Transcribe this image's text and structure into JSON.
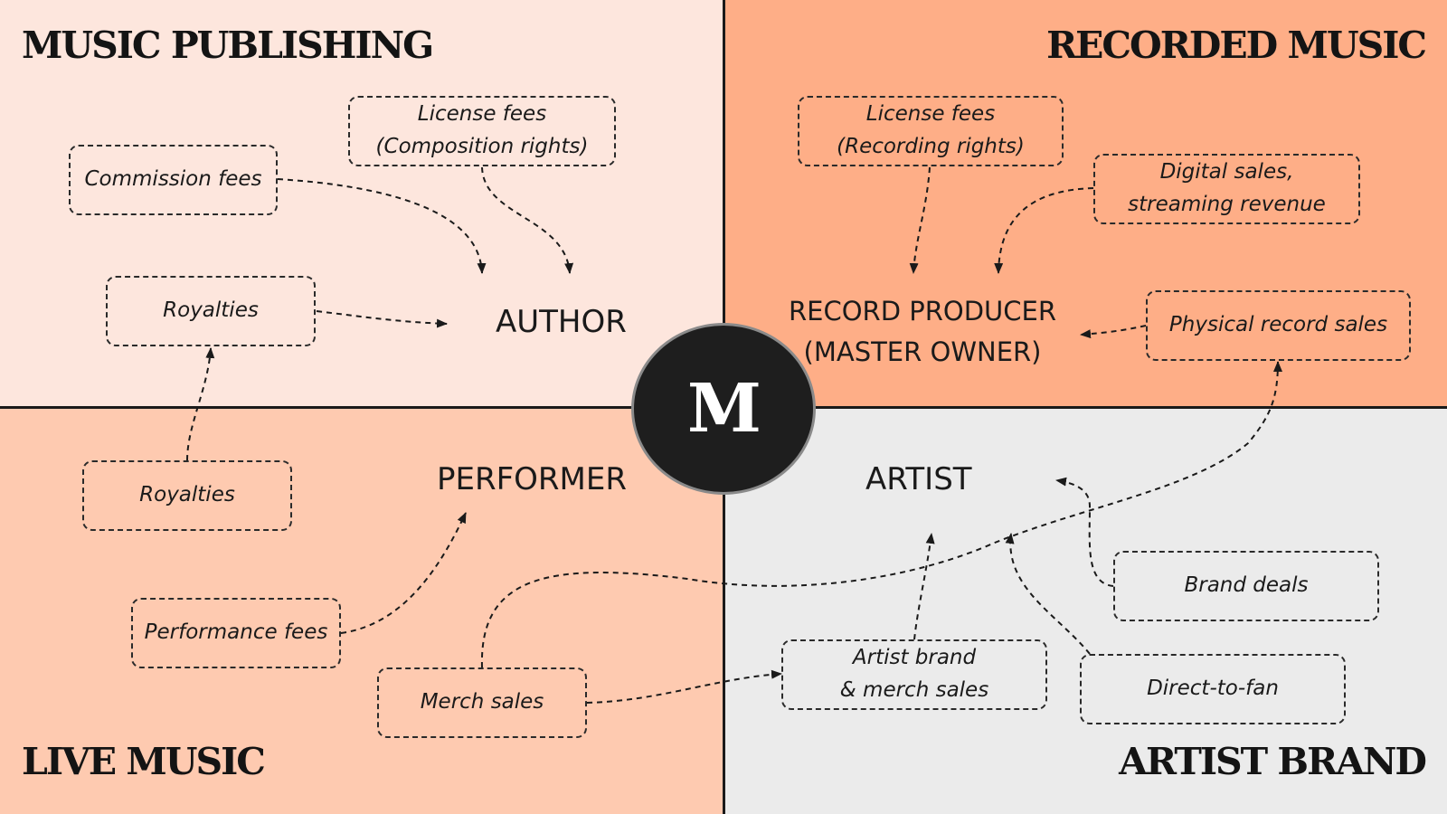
{
  "colors": {
    "music_publishing_bg": "#fde6dd",
    "recorded_music_bg": "#feae87",
    "live_music_bg": "#fecab0",
    "artist_brand_bg": "#ebebeb",
    "logo_bg": "#1e1e1e"
  },
  "sections": {
    "music_publishing": "MUSIC PUBLISHING",
    "recorded_music": "RECORDED MUSIC",
    "live_music": "LIVE MUSIC",
    "artist_brand": "ARTIST BRAND"
  },
  "roles": {
    "author": "AUTHOR",
    "record_producer": "RECORD PRODUCER\n(MASTER OWNER)",
    "performer": "PERFORMER",
    "artist": "ARTIST"
  },
  "revenue": {
    "tl_license": "License fees\n(Composition rights)",
    "tl_commission": "Commission fees",
    "tl_royalties": "Royalties",
    "tr_license": "License fees\n(Recording rights)",
    "tr_digital": "Digital sales,\nstreaming revenue",
    "tr_physical": "Physical record sales",
    "bl_royalties": "Royalties",
    "bl_performance": "Performance fees",
    "bl_merch": "Merch sales",
    "br_brand_merch": "Artist brand\n& merch sales",
    "br_brand_deals": "Brand deals",
    "br_dtf": "Direct-to-fan"
  },
  "logo": {
    "letter": "M",
    "icon": "medium-logo-icon"
  }
}
